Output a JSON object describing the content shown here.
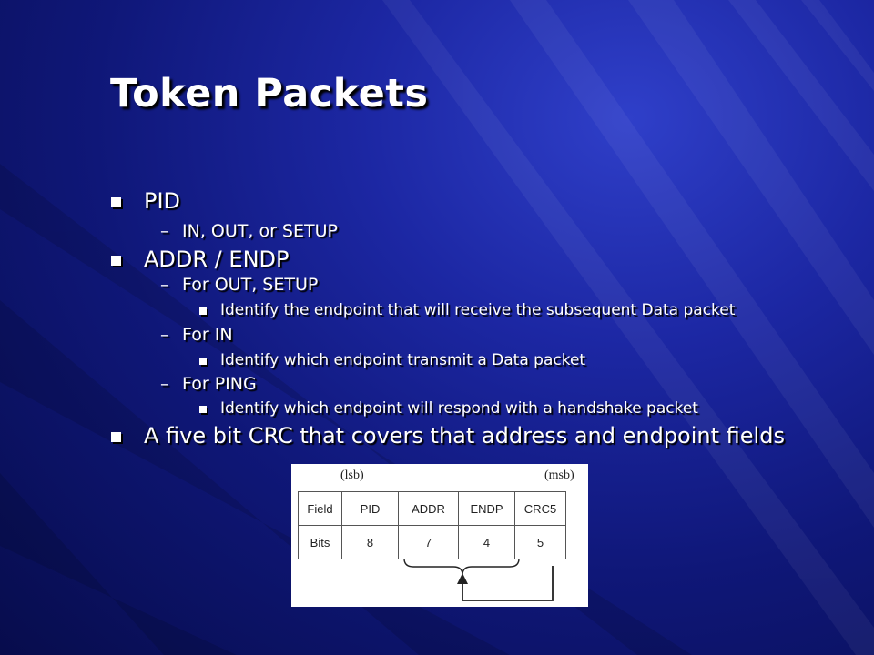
{
  "slide": {
    "title": "Token Packets",
    "bullets": {
      "pid": "PID",
      "pid_sub": "IN, OUT, or SETUP",
      "addr_endp": "ADDR / ENDP",
      "for_out_setup": "For OUT, SETUP",
      "for_out_setup_desc": "Identify the endpoint that will receive the subsequent Data packet",
      "for_in": "For IN",
      "for_in_desc": "Identify which endpoint transmit a Data packet",
      "for_ping": "For PING",
      "for_ping_desc": "Identify which endpoint will respond with a handshake packet",
      "crc": "A five bit CRC that covers that address and endpoint fields"
    },
    "dash": "–"
  },
  "figure": {
    "lsb": "(lsb)",
    "msb": "(msb)",
    "header_row": [
      "Field",
      "PID",
      "ADDR",
      "ENDP",
      "CRC5"
    ],
    "bits_row": [
      "Bits",
      "8",
      "7",
      "4",
      "5"
    ]
  },
  "colors": {
    "background": "#1c27a3",
    "text": "#ffffff"
  }
}
